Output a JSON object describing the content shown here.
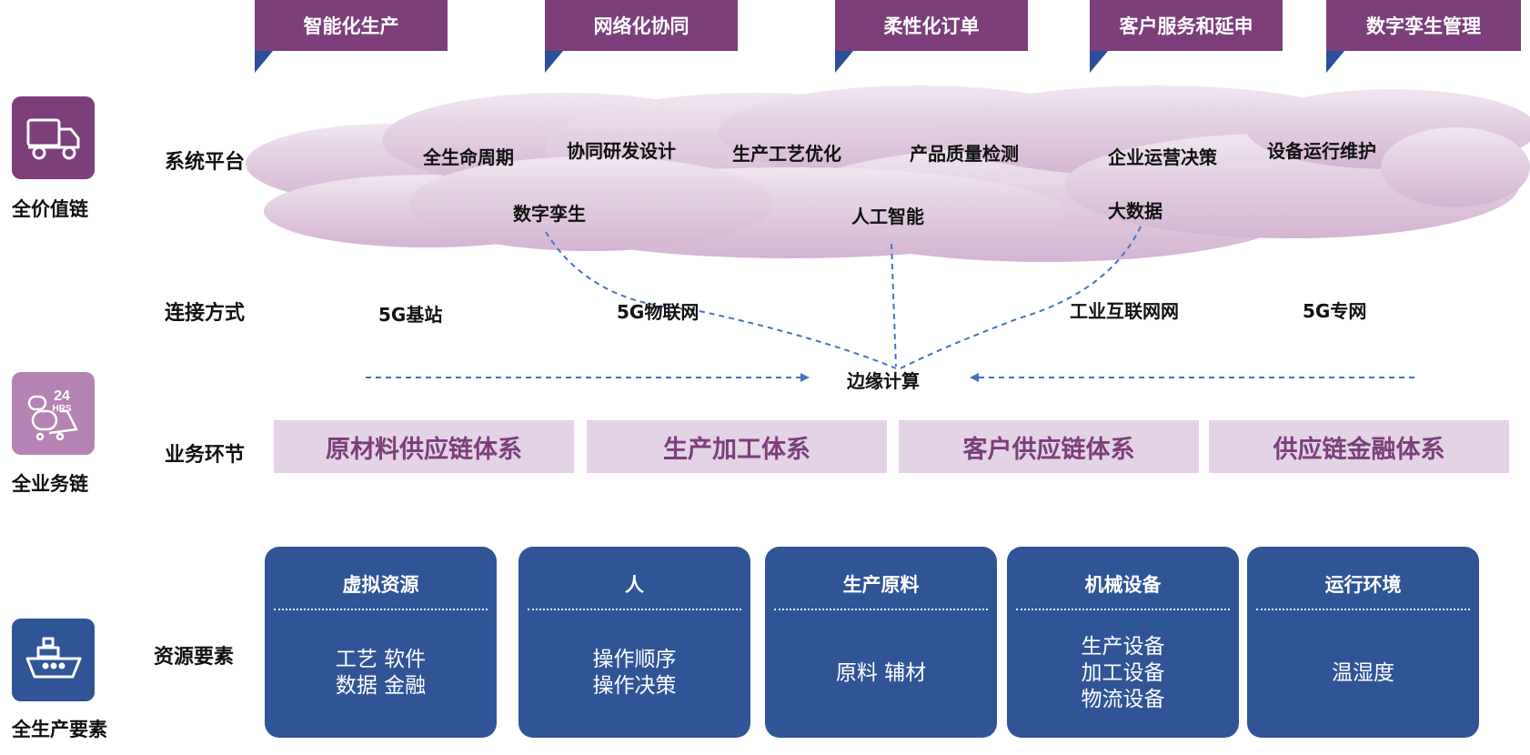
{
  "tabs": [
    "智能化生产",
    "网络化协同",
    "柔性化订单",
    "客户服务和延申",
    "数字孪生管理"
  ],
  "left_sections": {
    "value_chain": "全价值链",
    "business_chain": "全业务链",
    "production_elements": "全生产要素",
    "hrs_badge": "24",
    "hrs_text": "HRS"
  },
  "row_labels": {
    "system_platform": "系统平台",
    "connection": "连接方式",
    "business": "业务环节",
    "resources": "资源要素"
  },
  "cloud": {
    "top_row": [
      "全生命周期",
      "协同研发设计",
      "生产工艺优化",
      "产品质量检测",
      "企业运营决策",
      "设备运行维护"
    ],
    "bottom_row": [
      "数字孪生",
      "人工智能",
      "大数据"
    ]
  },
  "connections": [
    "5G基站",
    "5G物联网",
    "工业互联网网",
    "5G专网"
  ],
  "edge_computing": "边缘计算",
  "business_links": [
    "原材料供应链体系",
    "生产加工体系",
    "客户供应链体系",
    "供应链金融体系"
  ],
  "resource_cards": [
    {
      "title": "虚拟资源",
      "lines": [
        "工艺 软件",
        "数据 金融"
      ]
    },
    {
      "title": "人",
      "lines": [
        "操作顺序",
        "操作决策"
      ]
    },
    {
      "title": "生产原料",
      "lines": [
        "原料 辅材"
      ]
    },
    {
      "title": "机械设备",
      "lines": [
        "生产设备",
        "加工设备",
        "物流设备"
      ]
    },
    {
      "title": "运行环境",
      "lines": [
        "温湿度"
      ]
    }
  ],
  "colors": {
    "purple": "#7c3f7b",
    "navy": "#2f5597",
    "light_purple": "#e4d3e6",
    "dash_blue": "#4472c4"
  }
}
